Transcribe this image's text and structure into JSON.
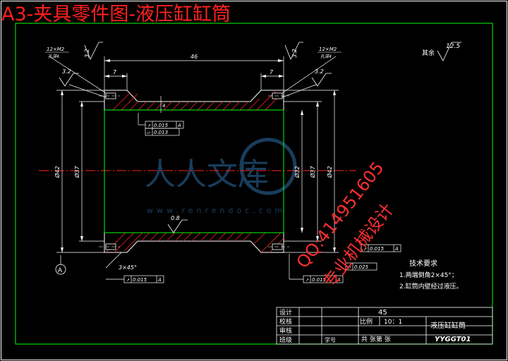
{
  "title": "A3-夹具零件图-液压缸缸筒",
  "thread_label_left": "12×M2",
  "thread_sub_left": "孔深4",
  "thread_label_right": "12×M2",
  "thread_sub_right": "孔深4",
  "rough_top_left": "3.2",
  "rough_top_right": "3.2",
  "rough_mid_left": "3.2",
  "rough_mid_right": "3.2",
  "rough_others_label": "其余",
  "rough_others_value": "12.5",
  "rough_bottom_center": "0.8",
  "dim_length": "46",
  "dim_flange_left": "7",
  "dim_flange_right": "7",
  "dim_small": "4",
  "dim_d42_left": "Ø42",
  "dim_d37_left": "Ø37",
  "dim_d32": "Ø32",
  "dim_d37_right": "Ø37",
  "dim_d42_right": "Ø42",
  "chamfer": "3×45°",
  "datum_label": "A",
  "gdt_runout_1": "0.015",
  "gdt_flat_1": "0.013",
  "gdt_datum_1": "A",
  "gdt_runout_2": "0.015",
  "gdt_datum_2": "A",
  "gdt_runout_3": "0.015",
  "gdt_datum_3": "A",
  "gdt_cyl": "0.025",
  "gdt_runout_4": "0.015",
  "gdt_datum_4": "A",
  "notes_title": "技术要求",
  "note_1": "1.两端倒角2×45°；",
  "note_2": "2.缸筒内壁经过液压。",
  "watermark_site": "www.renrendoc.com",
  "watermark_logo": "人人文库",
  "watermark_qq": "QQ:414951605",
  "watermark_design": "专业机械设计",
  "tb_design": "设计",
  "tb_check": "校核",
  "tb_review": "审核",
  "tb_class": "班级",
  "tb_student_no": "学号",
  "tb_material": "45",
  "tb_scale_label": "比例",
  "tb_scale": "10：1",
  "tb_part_name": "液压缸缸筒",
  "tb_sheets": "共   张第   张",
  "tb_code": "YYGGT01",
  "colors": {
    "outline": "#ffffff",
    "part": "#00ff00",
    "hatch": "#ff2020",
    "center": "#ff2020",
    "border": "#00ff00",
    "title": "#ff2020"
  }
}
